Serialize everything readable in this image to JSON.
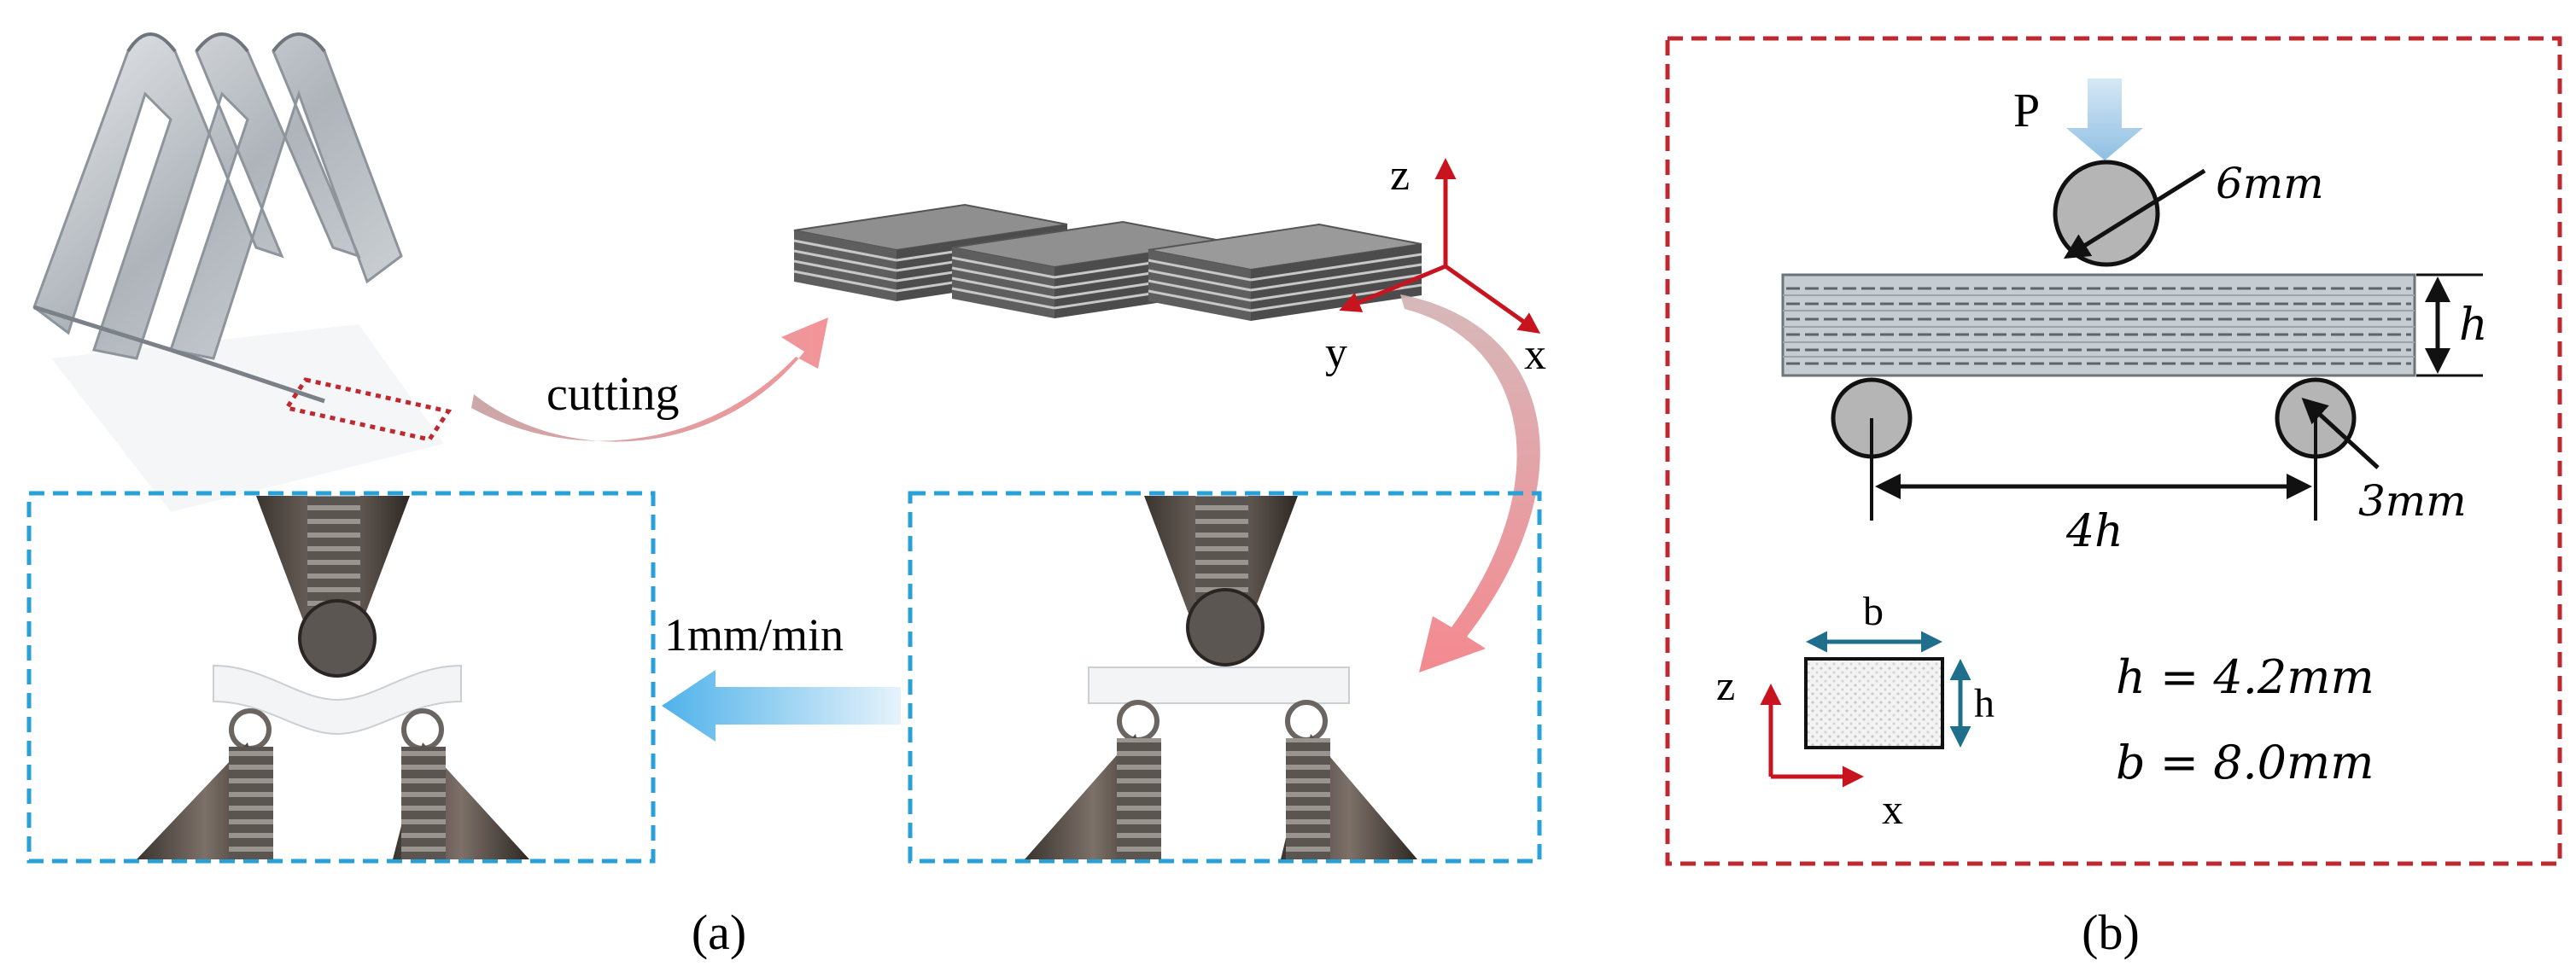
{
  "panel_a": {
    "caption": "(a)",
    "cutting_label": "cutting",
    "rate_label": "1mm/min",
    "axes": {
      "z": "z",
      "y": "y",
      "x": "x"
    }
  },
  "panel_b": {
    "caption": "(b)",
    "load_label": "P",
    "loading_diameter": "6mm",
    "support_diameter": "3mm",
    "thickness_symbol": "h",
    "span_label": "4h",
    "section": {
      "width_label": "b",
      "height_label": "h",
      "axis_z": "z",
      "axis_x": "x"
    },
    "eq_h": "h = 4.2mm",
    "eq_b": "b = 8.0mm"
  },
  "colors": {
    "frame_red": "#c0282f",
    "frame_blue": "#28a0d8",
    "axis_red": "#c8141e",
    "section_blue": "#1f6e8c",
    "load_arrow": "#a8cde6",
    "roller_gray": "#b5b5b5"
  }
}
